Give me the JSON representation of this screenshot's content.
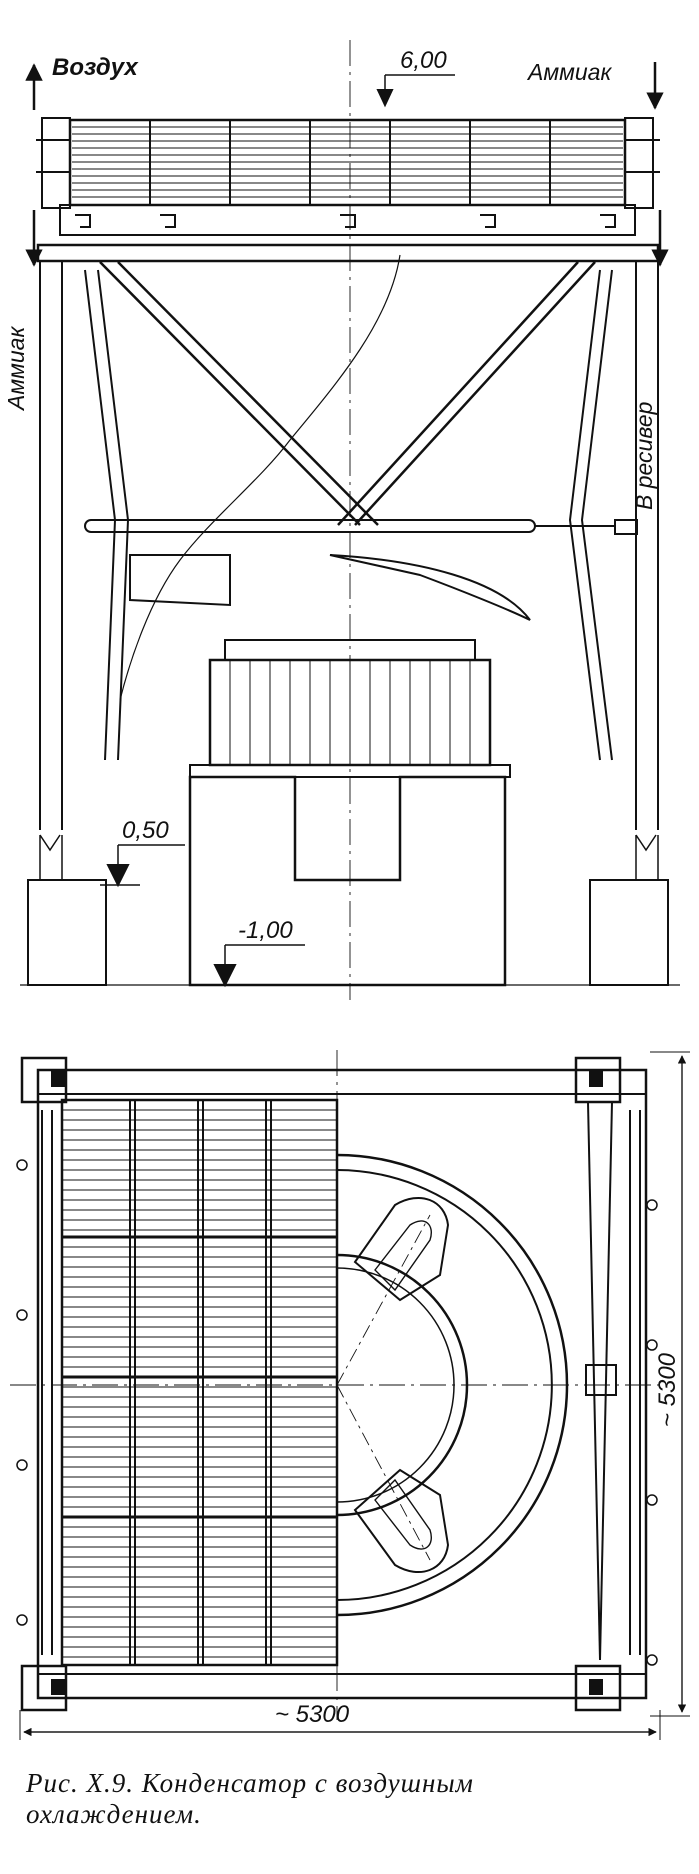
{
  "labels": {
    "air": "Воздух",
    "ammonia_in": "Аммиак",
    "ammonia_out": "Аммиак",
    "to_receiver": "В ресивер",
    "level_top": "6,00",
    "level_mid": "0,50",
    "level_low": "-1,00",
    "width_dim": "~ 5300",
    "depth_dim": "~ 5300"
  },
  "caption": {
    "line1": "Рис. X.9. Конденсатор с воздушным",
    "line2": "охлаждением."
  }
}
